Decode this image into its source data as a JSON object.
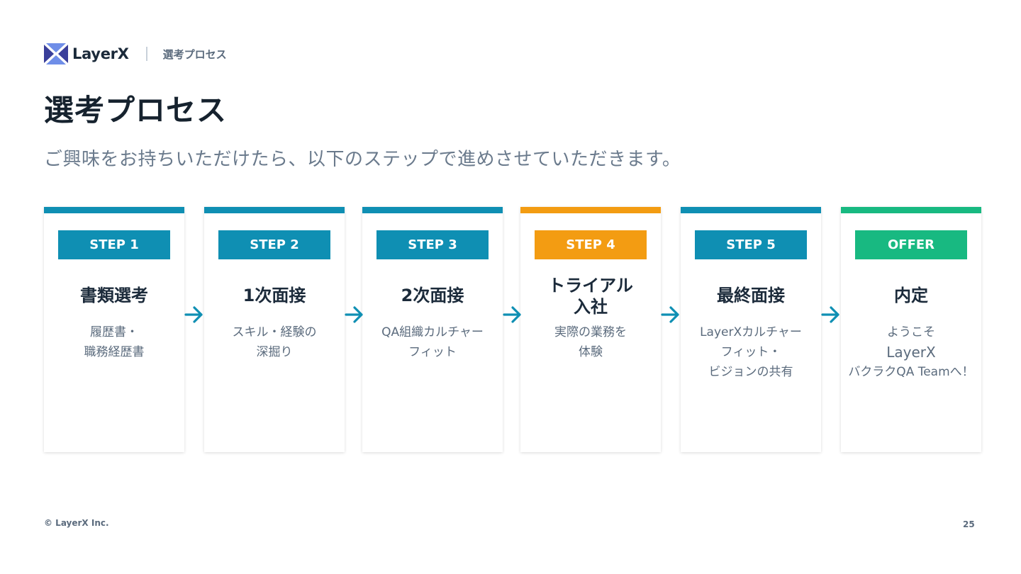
{
  "brand": {
    "logo_text": "LayerX",
    "colors": {
      "logo_dark": "#3a3f9a",
      "logo_light": "#6f8ee8"
    }
  },
  "header": {
    "breadcrumb": "選考プロセス"
  },
  "title": "選考プロセス",
  "subtitle": "ご興味をお持ちいただけたら、以下のステップで進めさせていただきます。",
  "steps": [
    {
      "badge": "STEP 1",
      "title": "書類選考",
      "desc_lines": [
        "履歴書・",
        "職務経歴書"
      ],
      "color": "#0f8fb3"
    },
    {
      "badge": "STEP 2",
      "title": "1次面接",
      "desc_lines": [
        "スキル・経験の",
        "深掘り"
      ],
      "color": "#0f8fb3"
    },
    {
      "badge": "STEP 3",
      "title": "2次面接",
      "desc_lines": [
        "QA組織カルチャー",
        "フィット"
      ],
      "color": "#0f8fb3"
    },
    {
      "badge": "STEP 4",
      "title_lines": [
        "トライアル",
        "入社"
      ],
      "desc_lines": [
        "実際の業務を",
        "体験"
      ],
      "color": "#f39c12"
    },
    {
      "badge": "STEP 5",
      "title": "最終面接",
      "desc_lines": [
        "LayerXカルチャー",
        "フィット・",
        "ビジョンの共有"
      ],
      "color": "#0f8fb3"
    },
    {
      "badge": "OFFER",
      "title": "内定",
      "desc_lines": [
        "ようこそ",
        "LayerX",
        "バクラクQA Teamへ！"
      ],
      "color": "#18b981"
    }
  ],
  "arrow_icon": "arrow-right-icon",
  "arrow_color": "#0f8fb3",
  "footer": {
    "copyright": "© LayerX Inc.",
    "page_number": "25"
  }
}
